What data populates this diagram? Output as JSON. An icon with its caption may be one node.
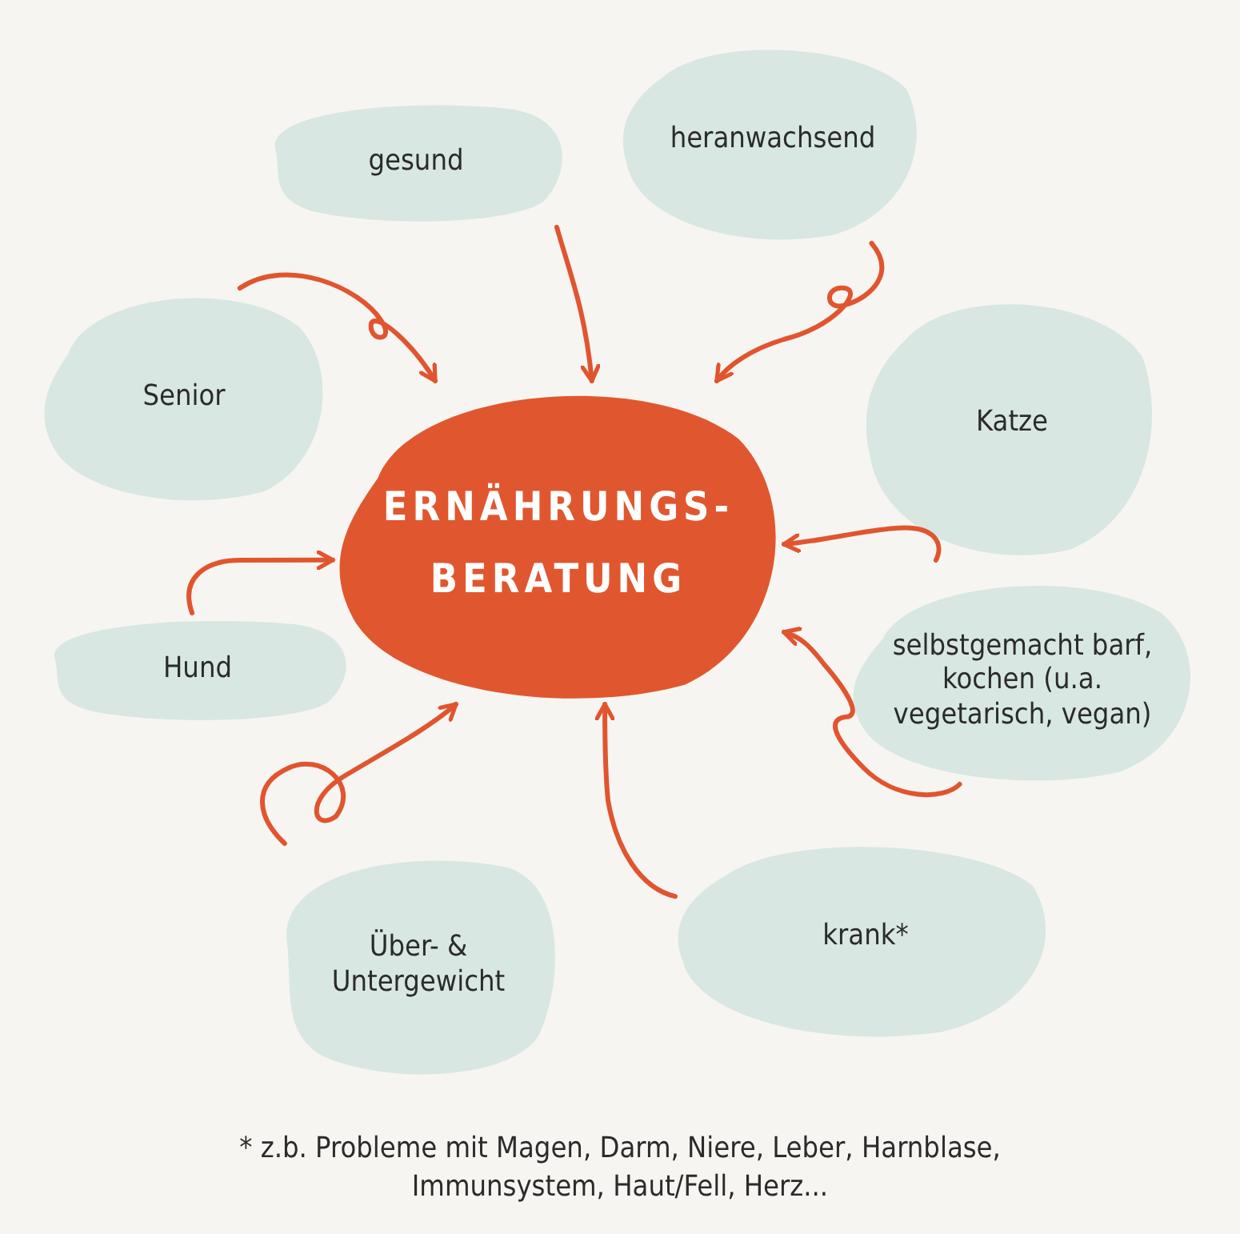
{
  "diagram": {
    "nodes": [
      {
        "text": [
          "ERNÄHRUNGS- BERATUNG"
        ]
      },
      {
        "text": [
          "gesund"
        ]
      },
      {
        "text": [
          "heranwachsend"
        ]
      },
      {
        "text": [
          "Senior"
        ]
      },
      {
        "text": [
          "Katze"
        ]
      },
      {
        "text": [
          "Hund"
        ]
      },
      {
        "text": [
          "selbstgemacht barf, kochen (u.a. vegetarisch, vegan)"
        ]
      },
      {
        "text": [
          "Über- & Untergewicht"
        ]
      },
      {
        "text": [
          "krank*"
        ]
      }
    ],
    "edges": [
      {
        "from": 1,
        "to": 0,
        "arrow": "to"
      },
      {
        "from": 2,
        "to": 0,
        "arrow": "to"
      },
      {
        "from": 3,
        "to": 0,
        "arrow": "to"
      },
      {
        "from": 4,
        "to": 0,
        "arrow": "to"
      },
      {
        "from": 5,
        "to": 0,
        "arrow": "to"
      },
      {
        "from": 6,
        "to": 0,
        "arrow": "to"
      },
      {
        "from": 7,
        "to": 0,
        "arrow": "to"
      },
      {
        "from": 8,
        "to": 0,
        "arrow": "to"
      }
    ],
    "caption": "* z.b. Probleme mit Magen, Darm, Niere, Leber, Harnblase, Immunsystem, Haut/Fell, Herz..."
  }
}
